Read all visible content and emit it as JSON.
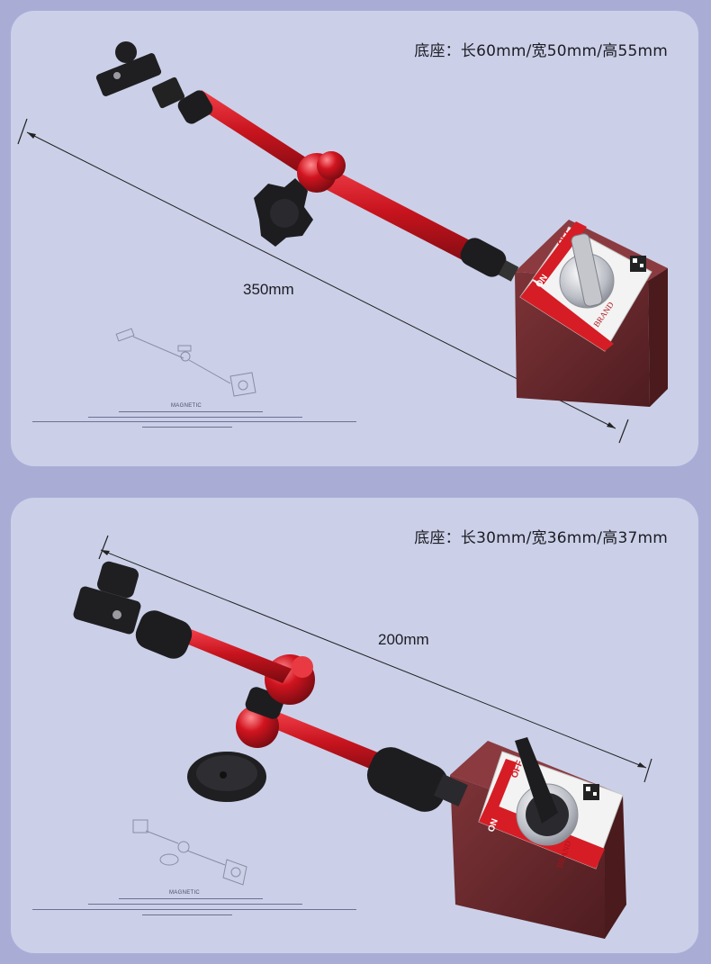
{
  "panels": [
    {
      "spec": "底座：长60mm/宽50mm/高55mm",
      "length_label": "350mm",
      "base_labels": {
        "on": "ON",
        "off": "OFF",
        "brand": "BRAND"
      },
      "thumb_label": "MAGNETIC"
    },
    {
      "spec": "底座：长30mm/宽36mm/高37mm",
      "length_label": "200mm",
      "base_labels": {
        "on": "ON",
        "off": "OFF",
        "brand": "BRAND"
      },
      "thumb_label": "MAGNETIC"
    }
  ],
  "colors": {
    "page_bg": "#a9add6",
    "card_bg": "#cbd0e8",
    "arm_red": "#c8141e",
    "base_brown": "#6b2a2e",
    "clamp_black": "#1d1d20"
  }
}
